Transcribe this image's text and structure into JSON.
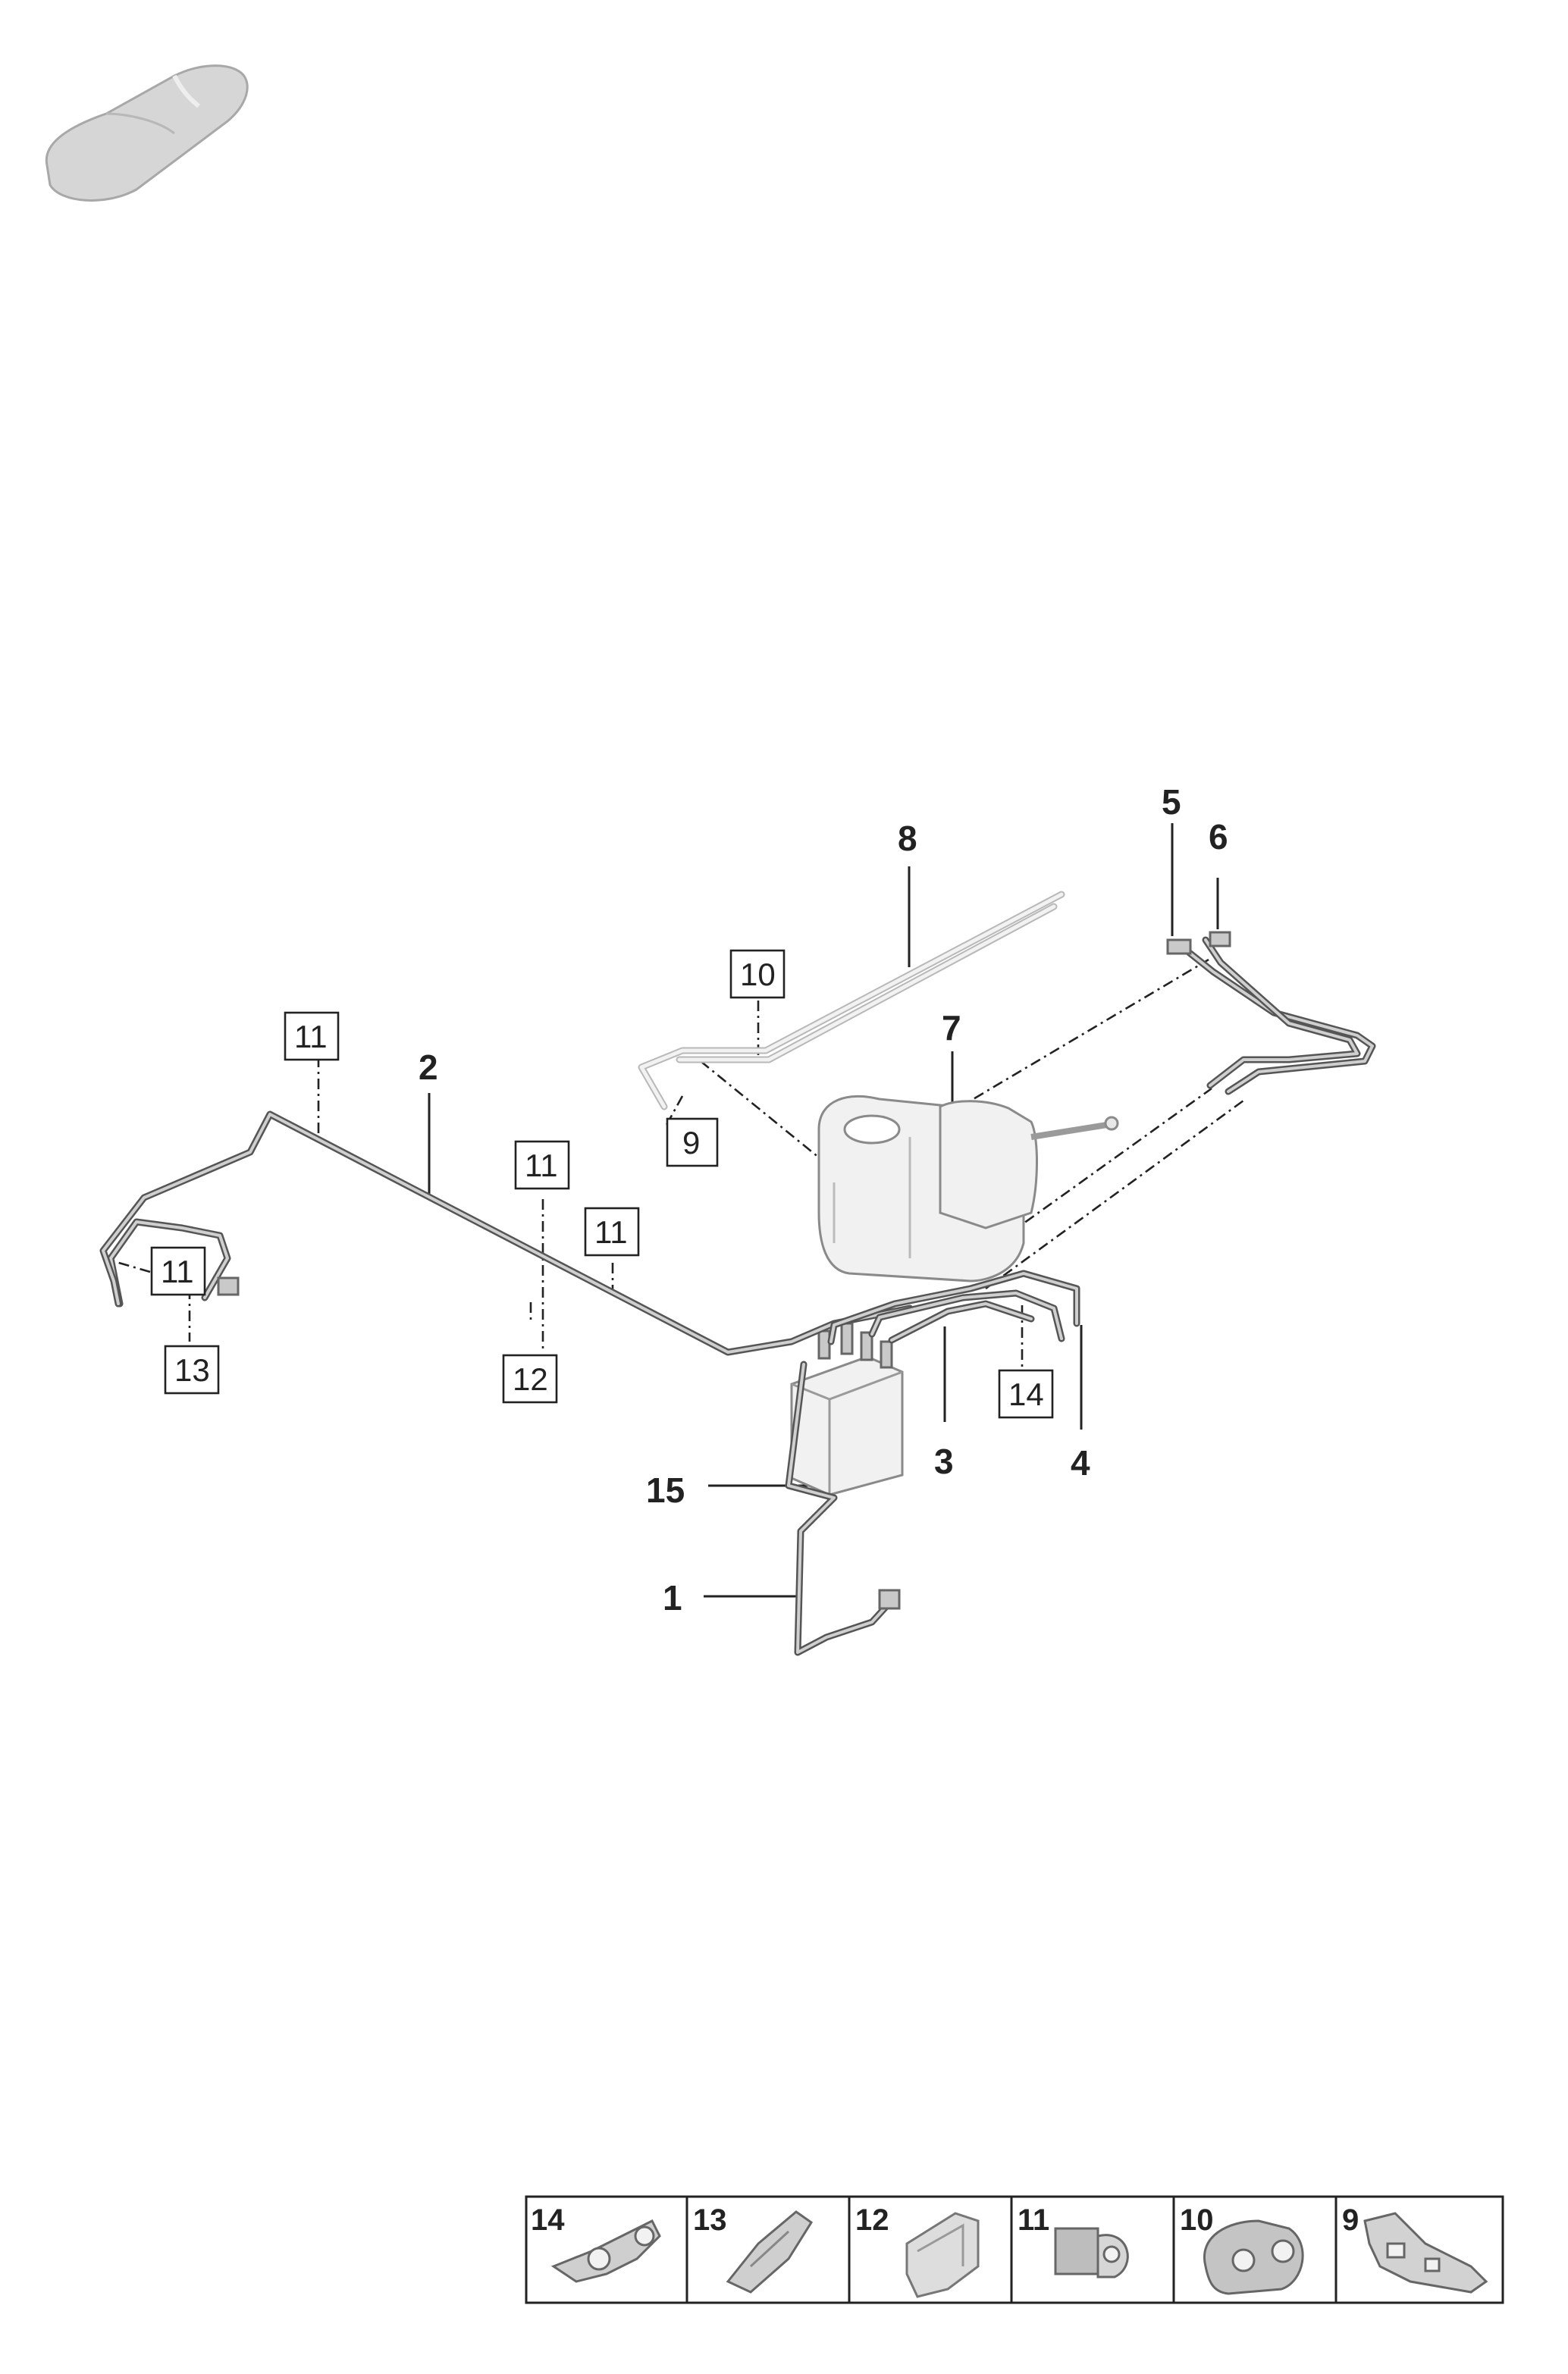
{
  "callouts": {
    "c1": "1",
    "c2": "2",
    "c3": "3",
    "c4": "4",
    "c5": "5",
    "c6": "6",
    "c7": "7",
    "c8": "8",
    "c15": "15"
  },
  "boxed_callouts": {
    "b9": "9",
    "b10": "10",
    "b11a": "11",
    "b11b": "11",
    "b11c": "11",
    "b11d": "11",
    "b12": "12",
    "b13": "13",
    "b14": "14"
  },
  "legend": [
    "14",
    "13",
    "12",
    "11",
    "10",
    "9"
  ]
}
